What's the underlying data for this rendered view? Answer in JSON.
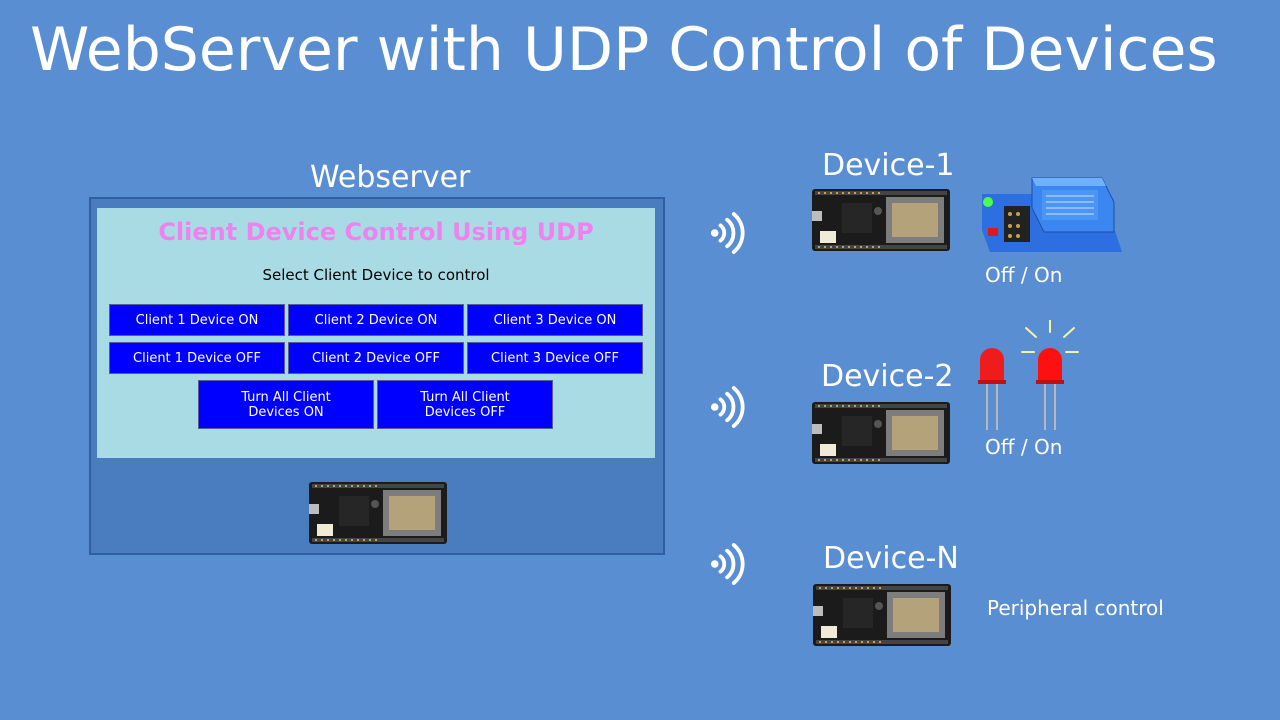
{
  "title": "WebServer with UDP Control of Devices",
  "webserver": {
    "label": "Webserver",
    "panel_heading": "Client Device Control Using UDP",
    "panel_subtitle": "Select Client Device to control",
    "buttons": {
      "c1_on": "Client 1 Device ON",
      "c2_on": "Client 2 Device ON",
      "c3_on": "Client 3 Device ON",
      "c1_off": "Client 1 Device OFF",
      "c2_off": "Client 2 Device OFF",
      "c3_off": "Client 3 Device OFF",
      "all_on_1": "Turn All Client",
      "all_on_2": "Devices ON",
      "all_off_1": "Turn All Client",
      "all_off_2": "Devices OFF"
    }
  },
  "devices": [
    {
      "name": "Device-1",
      "peripheral_label": "Off / On"
    },
    {
      "name": "Device-2",
      "peripheral_label": "Off / On"
    },
    {
      "name": "Device-N",
      "peripheral_label": "Peripheral control"
    }
  ],
  "colors": {
    "background": "#5a8ed2",
    "panel": "#a9dbe4",
    "heading": "#ee82ee",
    "button": "#0000ff",
    "relay": "#2f6fe0",
    "led": "#ff1010",
    "led_rays": "#f5f5a0"
  }
}
